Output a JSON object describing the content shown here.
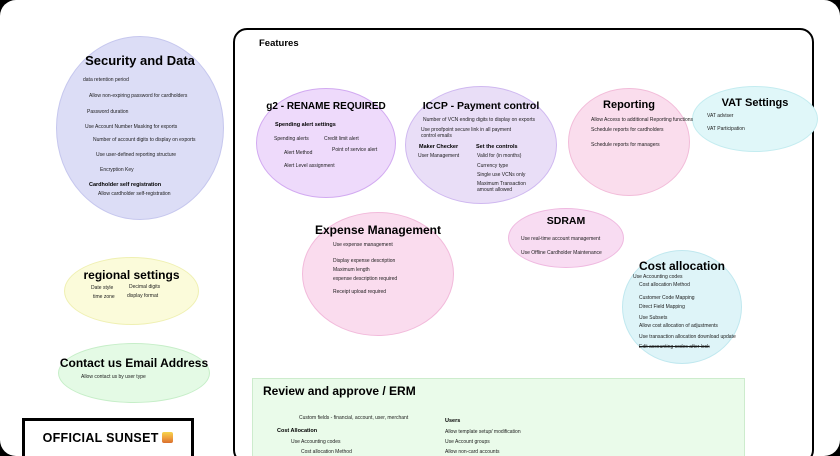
{
  "left_panel": {
    "security": {
      "title": "Security and Data",
      "items": [
        {
          "text": "data retention period"
        },
        {
          "text": "Allow non-expiring password for cardholders"
        },
        {
          "text": "Password duration"
        },
        {
          "text": "Use Account Number Masking for exports"
        },
        {
          "text": "Number of account digits to display on exports"
        },
        {
          "text": "Use user-defined reporting structure"
        },
        {
          "text": "Encryption Key"
        },
        {
          "text": "Cardholder self registration"
        },
        {
          "text": "Allow cardholder self-registration"
        }
      ]
    },
    "regional": {
      "title": "regional settings",
      "col1": [
        {
          "text": "Date style"
        },
        {
          "text": "time zone"
        }
      ],
      "col2": [
        {
          "text": "Decimal digits"
        },
        {
          "text": "display format"
        }
      ]
    },
    "contact": {
      "title": "Contact us Email Address",
      "items": [
        {
          "text": "Allow contact us by user type"
        }
      ]
    },
    "sunset": {
      "label": "OFFICIAL SUNSET",
      "emoji": "🌅"
    }
  },
  "features_frame": {
    "label": "Features",
    "vat": {
      "title": "VAT Settings",
      "items": [
        {
          "text": "VAT adviser"
        },
        {
          "text": "VAT Participation"
        }
      ]
    },
    "g2": {
      "title": "g2 - RENAME REQUIRED",
      "subtitle": "Spending alert settings",
      "col1": [
        {
          "text": "Spending alerts"
        },
        {
          "text": "Alert Method"
        },
        {
          "text": "Alert Level assignment"
        }
      ],
      "col2": [
        {
          "text": "Credit limit alert"
        },
        {
          "text": "Point of service alert"
        }
      ]
    },
    "iccp": {
      "title": "ICCP - Payment control",
      "intro": [
        {
          "text": "Number of VCN ending digits to display on exports"
        },
        {
          "text": "Use proofpoint secure link in all payment control emails"
        }
      ],
      "maker_checker": {
        "heading": "Maker Checker",
        "items": [
          {
            "text": "User Management"
          }
        ]
      },
      "set_controls": {
        "heading": "Set the controls",
        "items": [
          {
            "text": "Valid for (in months)"
          },
          {
            "text": "Currency type"
          },
          {
            "text": "Single use VCNs only"
          },
          {
            "text": "Maximum Transaction amount allowed"
          }
        ]
      }
    },
    "reporting": {
      "title": "Reporting",
      "items": [
        {
          "text": "Allow Access to additional Reporting functions"
        },
        {
          "text": "Schedule reports for cardholders"
        },
        {
          "text": "Schedule reports for managers"
        }
      ]
    },
    "expense": {
      "title": "Expense Management",
      "items": [
        {
          "text": "Use expense management"
        },
        {
          "text": "Display expense description"
        },
        {
          "text": "Maximum length"
        },
        {
          "text": "expense description required"
        },
        {
          "text": "Receipt upload required"
        }
      ]
    },
    "sdram": {
      "title": "SDRAM",
      "items": [
        {
          "text": "Use real-time account management"
        },
        {
          "text": "Use Offline Cardholder Maintenance"
        }
      ]
    },
    "cost_allocation": {
      "title": "Cost allocation",
      "items": [
        {
          "text": "Use Accounting codes"
        },
        {
          "text": "Cost allocation Method"
        },
        {
          "text": "Customer Code Mapping"
        },
        {
          "text": "Direct Field Mapping"
        },
        {
          "text": "Use Subsets"
        },
        {
          "text": "Allow cost allocation of adjustments"
        },
        {
          "text": "Use transaction allocation download update"
        },
        {
          "text": "Edit accounting codes after lock",
          "strikethrough": true
        }
      ]
    },
    "review": {
      "title": "Review and approve / ERM",
      "custom_fields": "Custom fields - financial, account, user, merchant",
      "cost_allocation": {
        "heading": "Cost Allocation",
        "items": [
          {
            "text": "Use Accounting codes"
          },
          {
            "text": "Cost allocation Method"
          }
        ]
      },
      "users": {
        "heading": "Users",
        "items": [
          {
            "text": "Allow template setup/ modification"
          },
          {
            "text": "Use Account groups"
          },
          {
            "text": "Allow non-card accounts"
          }
        ]
      }
    }
  },
  "colors": {
    "security_fill": "#dcddf6",
    "regional_fill": "#fbfbda",
    "contact_fill": "#e4fae5",
    "g2_fill": "#eedafb",
    "iccp_fill": "#e9def7",
    "reporting_fill": "#fadded",
    "vat_fill": "#e0f7f9",
    "expense_fill": "#fadcee",
    "sdram_fill": "#f8dcf2",
    "cost_fill": "#def4f8",
    "review_fill": "#eafbea",
    "frame_border": "#000000"
  }
}
